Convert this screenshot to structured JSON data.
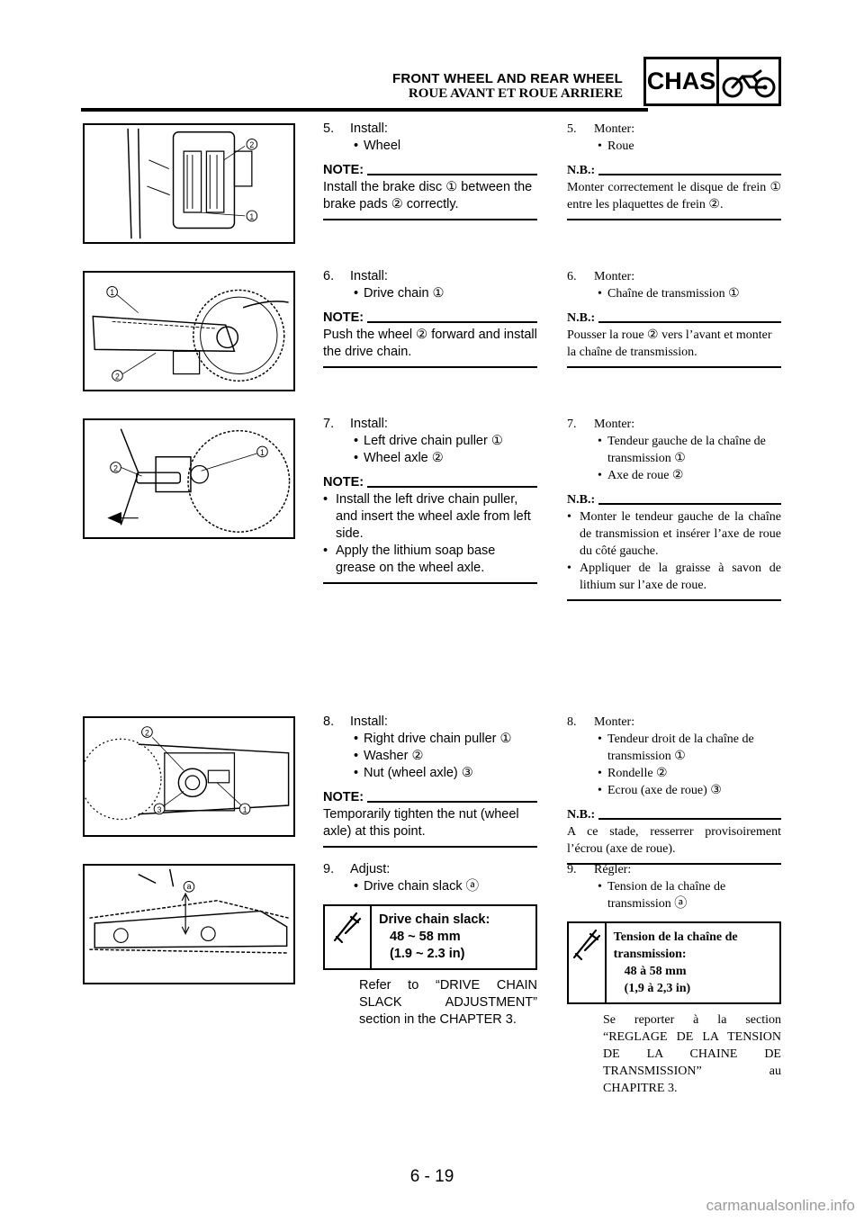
{
  "header": {
    "title_en": "FRONT WHEEL AND REAR WHEEL",
    "title_fr": "ROUE AVANT ET ROUE ARRIERE",
    "badge_text": "CHAS",
    "badge_icon": "motorcycle-icon"
  },
  "steps": [
    {
      "en": {
        "num": "5.",
        "action": "Install:",
        "items": [
          "Wheel"
        ],
        "note_label": "NOTE:",
        "note": "Install the brake disc ① between the brake pads ② correctly."
      },
      "fr": {
        "num": "5.",
        "action": "Monter:",
        "items": [
          "Roue"
        ],
        "note_label": "N.B.:",
        "note": "Monter correctement le disque de frein ① entre les plaquettes de frein ②."
      },
      "figure_callouts": [
        "2",
        "1"
      ]
    },
    {
      "en": {
        "num": "6.",
        "action": "Install:",
        "items": [
          "Drive chain ①"
        ],
        "note_label": "NOTE:",
        "note": "Push the wheel ② forward and install the drive chain."
      },
      "fr": {
        "num": "6.",
        "action": "Monter:",
        "items": [
          "Chaîne de transmission ①"
        ],
        "note_label": "N.B.:",
        "note": "Pousser la roue ② vers l’avant et monter la chaîne de transmission."
      },
      "figure_callouts": [
        "1",
        "2"
      ]
    },
    {
      "en": {
        "num": "7.",
        "action": "Install:",
        "items": [
          "Left drive chain puller ①",
          "Wheel axle ②"
        ],
        "note_label": "NOTE:",
        "bullets": [
          "Install the left drive chain puller, and insert the wheel axle from left side.",
          "Apply the lithium soap base grease on the wheel axle."
        ]
      },
      "fr": {
        "num": "7.",
        "action": "Monter:",
        "items": [
          "Tendeur gauche de la chaîne de transmission ①",
          "Axe de roue ②"
        ],
        "note_label": "N.B.:",
        "bullets": [
          "Monter le tendeur gauche de la chaîne de transmission et insérer l’axe de roue du côté gauche.",
          "Appliquer de la graisse à savon de lithium sur l’axe de roue."
        ]
      },
      "figure_callouts": [
        "2",
        "1"
      ]
    },
    {
      "en": {
        "num": "8.",
        "action": "Install:",
        "items": [
          "Right drive chain puller ①",
          "Washer ②",
          "Nut (wheel axle) ③"
        ],
        "note_label": "NOTE:",
        "note": "Temporarily tighten the nut (wheel axle) at this point."
      },
      "fr": {
        "num": "8.",
        "action": "Monter:",
        "items": [
          "Tendeur droit de la chaîne de transmission ①",
          "Rondelle ②",
          "Ecrou (axe de roue) ③"
        ],
        "note_label": "N.B.:",
        "note": "A ce stade, resserrer provisoirement l’écrou (axe de roue)."
      },
      "figure_callouts": [
        "2",
        "3",
        "1"
      ]
    },
    {
      "en": {
        "num": "9.",
        "action": "Adjust:",
        "items": [
          "Drive chain slack ⓐ"
        ],
        "spec_title": "Drive chain slack:",
        "spec_values": [
          "48 ~ 58 mm",
          "(1.9 ~ 2.3 in)"
        ],
        "ref": "Refer to “DRIVE CHAIN SLACK ADJUSTMENT” section in the CHAPTER 3."
      },
      "fr": {
        "num": "9.",
        "action": "Régler:",
        "items": [
          "Tension de la chaîne de transmission ⓐ"
        ],
        "spec_title": "Tension de la chaîne de transmission:",
        "spec_values": [
          "48 à 58 mm",
          "(1,9 à 2,3 in)"
        ],
        "ref": "Se reporter à la section “REGLAGE DE LA TENSION DE LA CHAINE DE TRANSMISSION” au CHAPITRE 3."
      },
      "figure_callouts": [
        "a"
      ]
    }
  ],
  "footer": {
    "page_number": "6 - 19",
    "watermark": "carmanualsonline.info"
  }
}
